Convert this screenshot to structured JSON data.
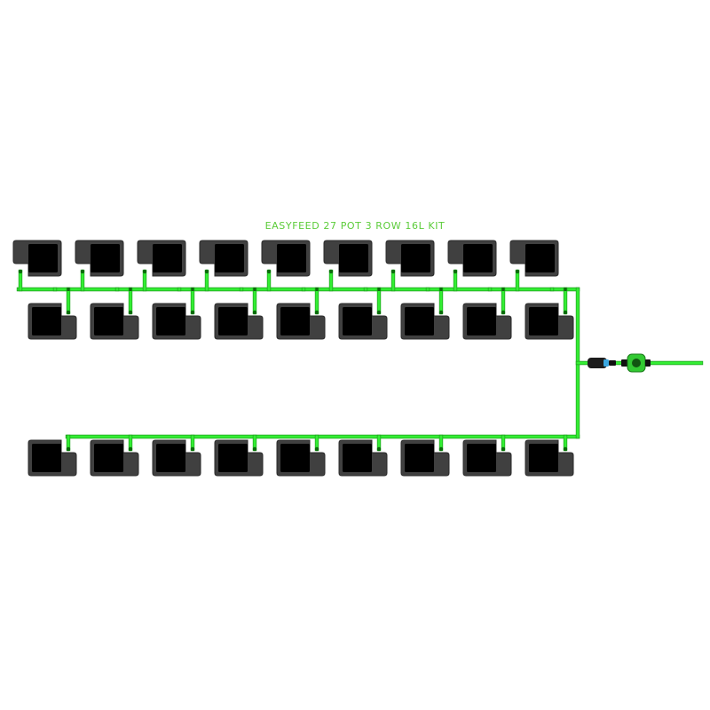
{
  "title": "EASYFEED 27 POT 3 ROW 16L KIT",
  "kit": {
    "pot_count": 27,
    "row_count": 3,
    "pots_per_row": 9,
    "pot_volume": "16L"
  },
  "colors": {
    "pipe": "#33ee33",
    "pipe_outline": "#1e9e1e",
    "pot_body": "#404040",
    "pot_edge": "#2a2a2a",
    "pot_well": "#000000",
    "connector_body": "#1c1c1c",
    "connector_accent": "#3aa7e0",
    "filter_body": "#32c932",
    "title": "#5ccc3a",
    "background": "#ffffff"
  },
  "rows": [
    {
      "name": "row-1",
      "pots": 9,
      "orientation": "well-right-feed-bottom-left"
    },
    {
      "name": "row-2",
      "pots": 9,
      "orientation": "well-left-feed-top-right"
    },
    {
      "name": "row-3",
      "pots": 9,
      "orientation": "well-left-feed-top-right"
    }
  ],
  "inlet": {
    "connector_icon": "hose-connector-icon",
    "filter_icon": "inline-filter-icon"
  }
}
